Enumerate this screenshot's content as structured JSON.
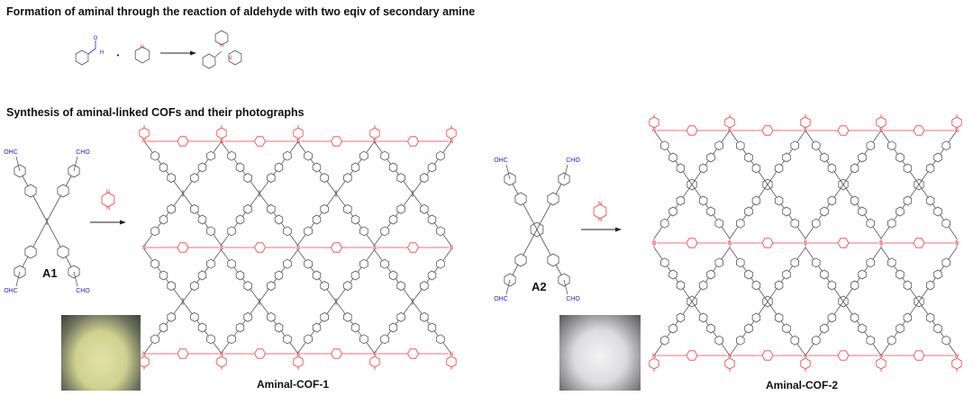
{
  "headings": {
    "reaction": "Formation of aminal through the reaction of aldehyde with two eqiv of secondary amine",
    "synthesis": "Synthesis of  aminal-linked  COFs  and their photographs"
  },
  "reaction": {
    "aldehyde_atoms": {
      "o": "O",
      "h": "H"
    },
    "plus": "+",
    "amine_atom": "H\nN",
    "product_atom": "N"
  },
  "monomers": [
    {
      "label": "A1",
      "group": "OHC",
      "group_r": "CHO"
    },
    {
      "label": "A2",
      "group": "OHC",
      "group_r": "CHO"
    }
  ],
  "linker_atoms": {
    "nh": "H\nN"
  },
  "products": [
    {
      "label": "Aminal-COF-1",
      "photo_color": "#d6d89a"
    },
    {
      "label": "Aminal-COF-2",
      "photo_color": "#e4e4e6"
    }
  ],
  "colors": {
    "skeleton": "#555555",
    "aminal": "#e8424a",
    "aldehyde": "#2222cc"
  }
}
